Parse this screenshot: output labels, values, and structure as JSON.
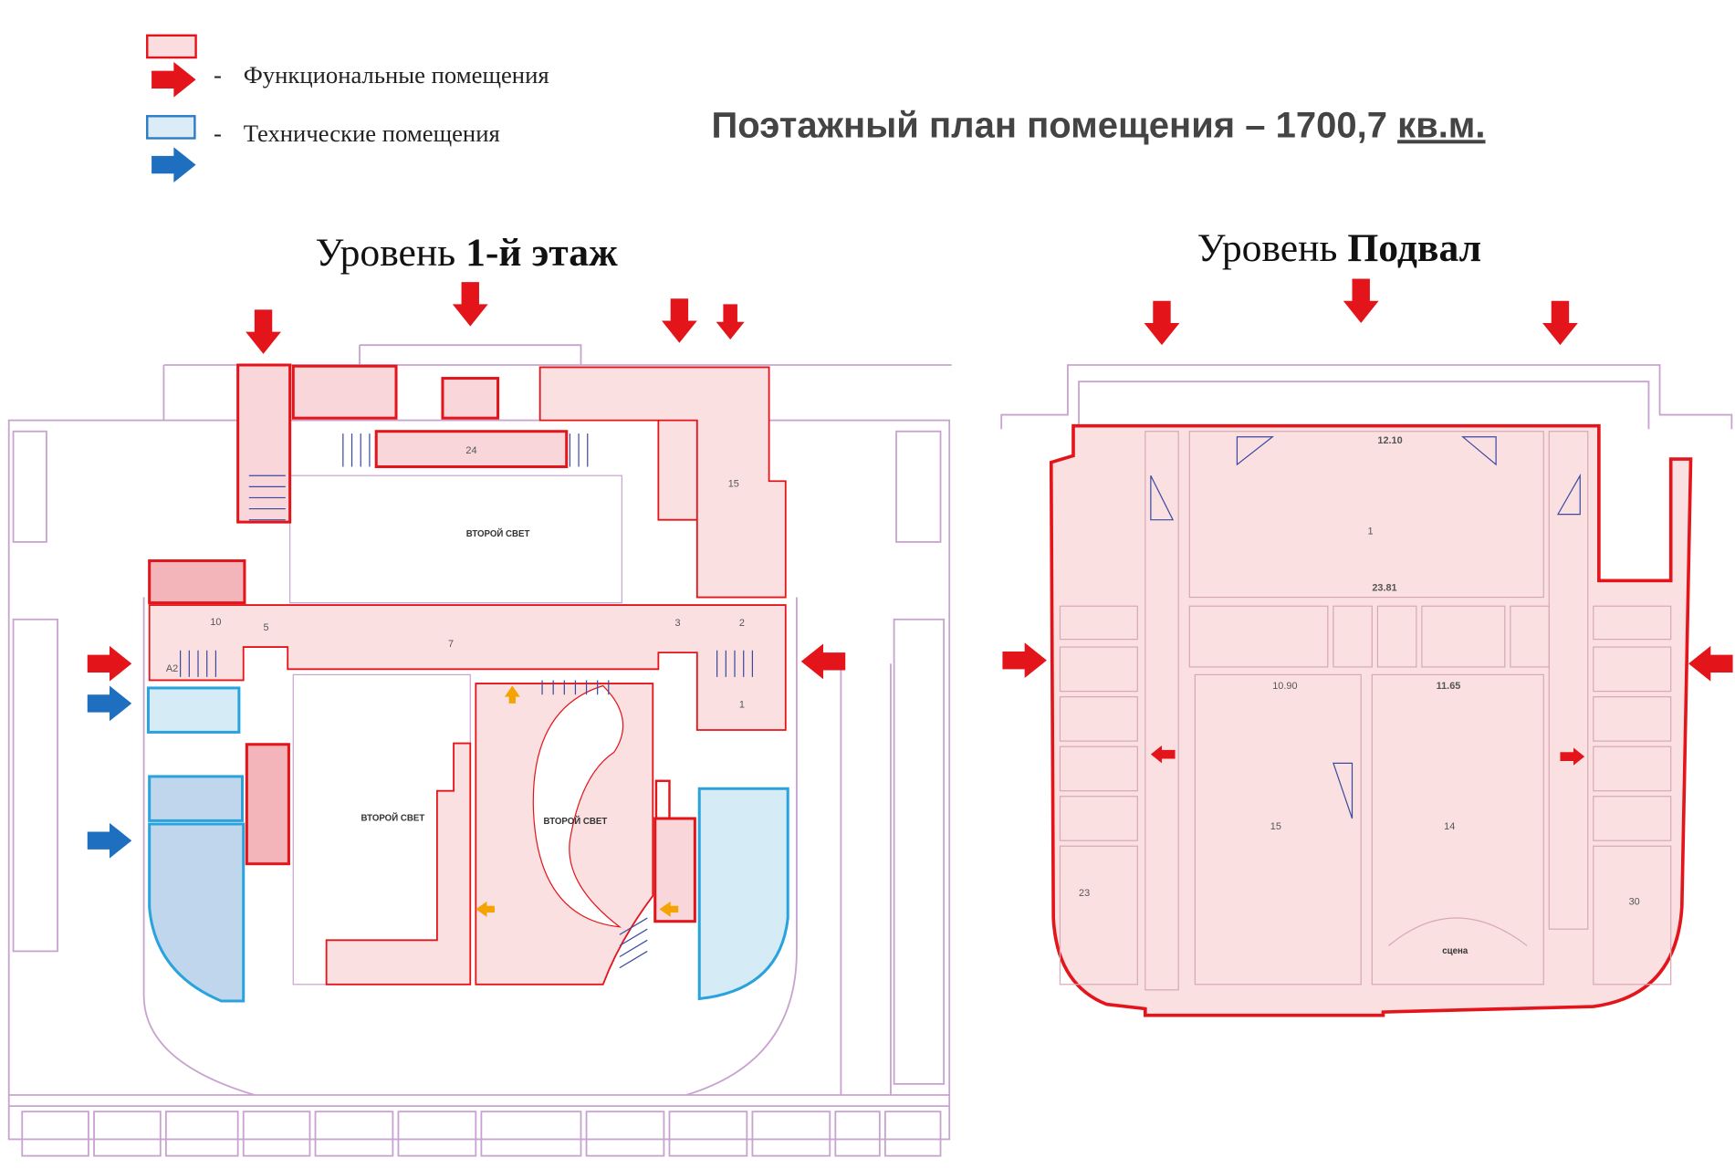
{
  "legend": {
    "functional": {
      "dash": "-",
      "label": "Функциональные помещения",
      "color": "#e3151b"
    },
    "technical": {
      "dash": "-",
      "label": "Технические помещения",
      "color": "#1f6fc1"
    }
  },
  "title": {
    "text": "Поэтажный план помещения – 1700,7 ",
    "unit": "кв.м."
  },
  "first_floor": {
    "level_prefix": "Уровень ",
    "level_name": "1-й этаж",
    "rooms": {
      "r24": "24",
      "second_light_top": "ВТОРОЙ СВЕТ",
      "second_light_left": "ВТОРОЙ СВЕТ",
      "second_light_right": "ВТОРОЙ СВЕТ",
      "r1": "1",
      "r2": "2",
      "r3": "3",
      "r5": "5",
      "r7": "7",
      "r10": "10",
      "r15": "15",
      "a2": "А2"
    }
  },
  "basement": {
    "level_prefix": "Уровень ",
    "level_name": "Подвал",
    "rooms": {
      "stage": "сцена",
      "dim_top": "12.10",
      "dim_mid": "23.81",
      "dim_left": "10.90",
      "dim_right": "11.65",
      "r1": "1",
      "r14": "14",
      "r15": "15",
      "r30": "30",
      "r23": "23"
    }
  }
}
